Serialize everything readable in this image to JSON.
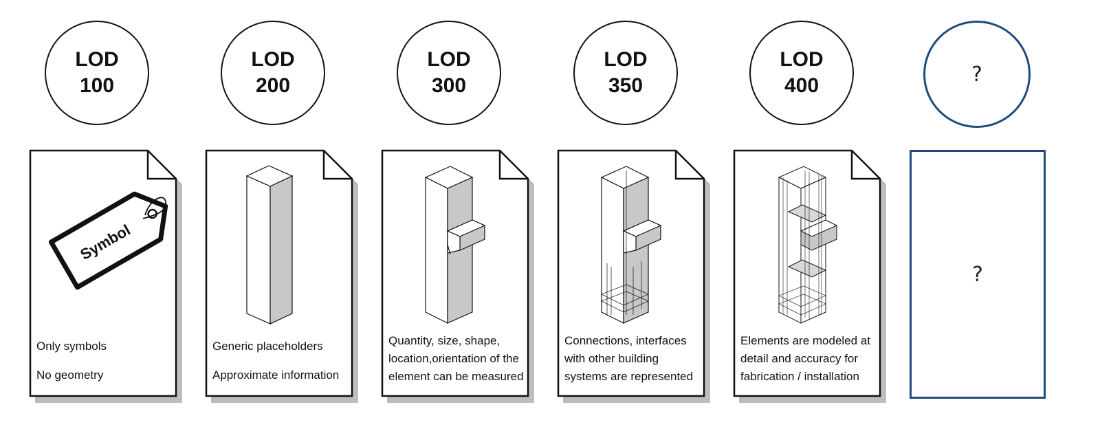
{
  "levels": [
    {
      "word": "LOD",
      "number": "100",
      "lines": [
        "Only symbols",
        "No geometry"
      ],
      "tag_label": "Symbol"
    },
    {
      "word": "LOD",
      "number": "200",
      "lines": [
        "Generic placeholders",
        "Approximate information"
      ]
    },
    {
      "word": "LOD",
      "number": "300",
      "lines": [
        "Quantity, size, shape,",
        "location,orientation of the",
        "element can be measured"
      ]
    },
    {
      "word": "LOD",
      "number": "350",
      "lines": [
        "Connections, interfaces",
        "with other building",
        "systems are represented"
      ]
    },
    {
      "word": "LOD",
      "number": "400",
      "lines": [
        "Elements are modeled at",
        "detail and accuracy for",
        "fabrication / installation"
      ]
    }
  ],
  "unknown": {
    "circle_text": "?",
    "card_text": "?"
  },
  "colors": {
    "outline": "#111111",
    "shade": "#bdbdbd",
    "highlight_border": "#1e4a7e"
  }
}
